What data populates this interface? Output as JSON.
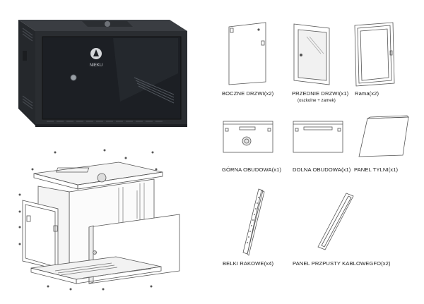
{
  "cabinet_photo": {
    "logo_text": "NIEKU"
  },
  "parts": {
    "side_doors": {
      "label": "BOCZNE DRZWI(x2)"
    },
    "front_door": {
      "label": "PRZEDNIE DRZWI(x1)",
      "note": "(oszkolne + zamek)"
    },
    "frame": {
      "label": "Rama(x2)"
    },
    "top_cover": {
      "label": "GÓRNA OBUDOWA(x1)"
    },
    "bottom_cover": {
      "label": "DOLNA OBUDOWA(x1)"
    },
    "back_panel": {
      "label": "PANEL TYLNI(x1)"
    },
    "rack_rails": {
      "label": "BELKI RAKOWE(x4)"
    },
    "cable_panel": {
      "label": "PANEL PRZPUSTY KABLOWEGFO(x2)"
    }
  },
  "colors": {
    "cabinet_body": "#2a2d31",
    "glass": "#1c1f24",
    "line_art": "#555555"
  }
}
